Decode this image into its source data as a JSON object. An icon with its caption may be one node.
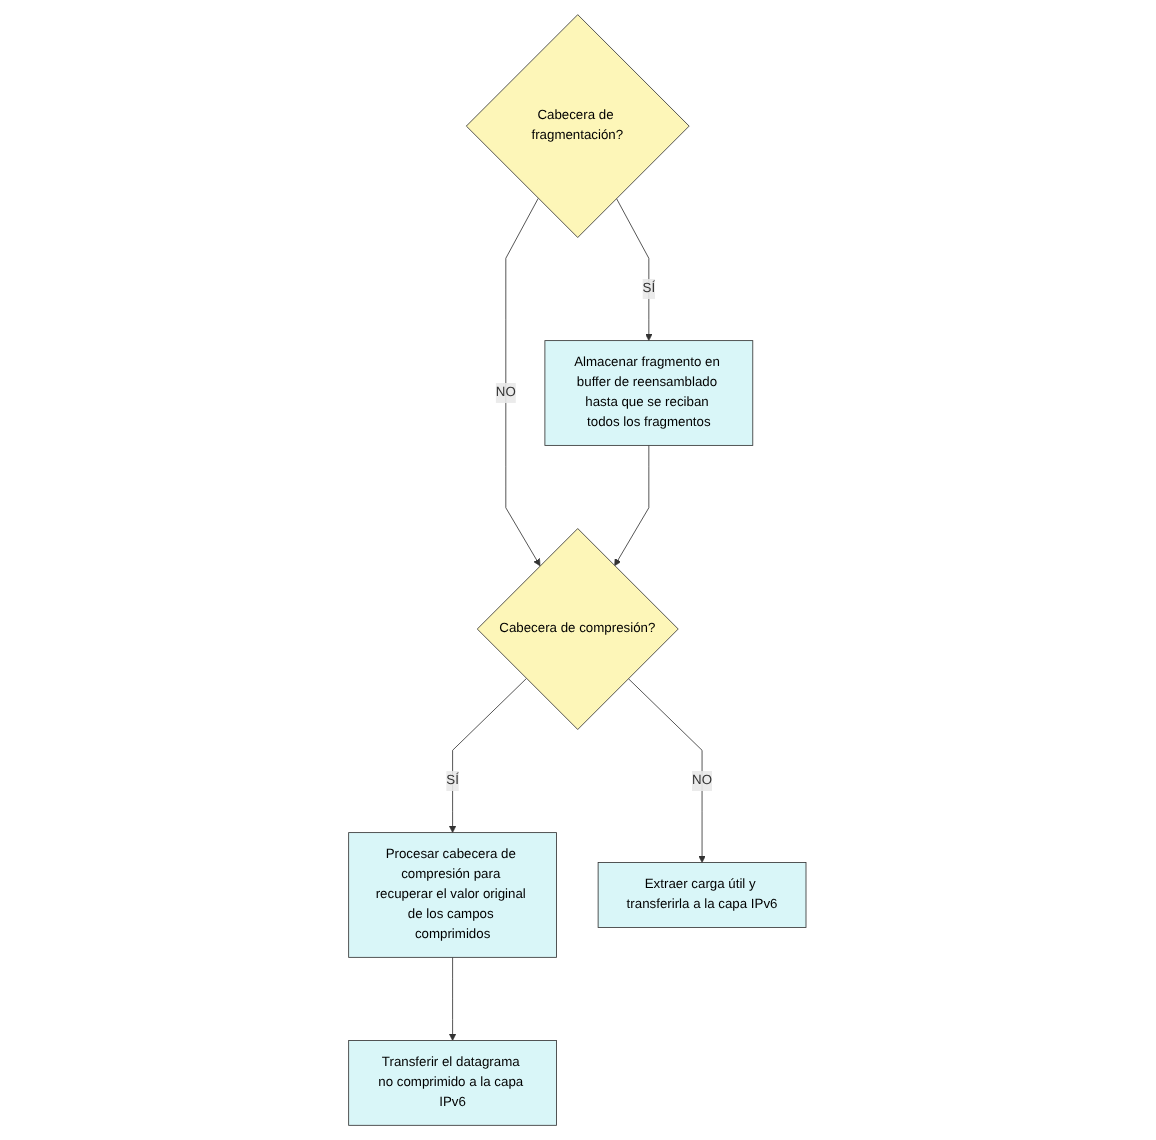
{
  "diagram": {
    "nodes": [
      {
        "text": [
          "Cabecera de fragmentación?"
        ]
      },
      {
        "text": [
          "Almacenar fragmento en buffer de reensamblado hasta que se reciban todos los fragmentos"
        ]
      },
      {
        "text": [
          "Cabecera de compresión?"
        ]
      },
      {
        "text": [
          "Procesar cabecera de compresión para recuperar el valor original de los campos comprimidos"
        ]
      },
      {
        "text": [
          "Extraer carga útil y transferirla a la capa IPv6"
        ]
      },
      {
        "text": [
          "Transferir el datagrama no comprimido a la capa IPv6"
        ]
      }
    ],
    "edges": [
      {
        "from": 0,
        "to": 1,
        "arrow": "to",
        "label": "SÍ"
      },
      {
        "from": 0,
        "to": 2,
        "arrow": "to",
        "label": "NO"
      },
      {
        "from": 1,
        "to": 2,
        "arrow": "to"
      },
      {
        "from": 2,
        "to": 3,
        "arrow": "to",
        "label": "SÍ"
      },
      {
        "from": 2,
        "to": 4,
        "arrow": "to",
        "label": "NO"
      },
      {
        "from": 3,
        "to": 5,
        "arrow": "to"
      }
    ]
  }
}
